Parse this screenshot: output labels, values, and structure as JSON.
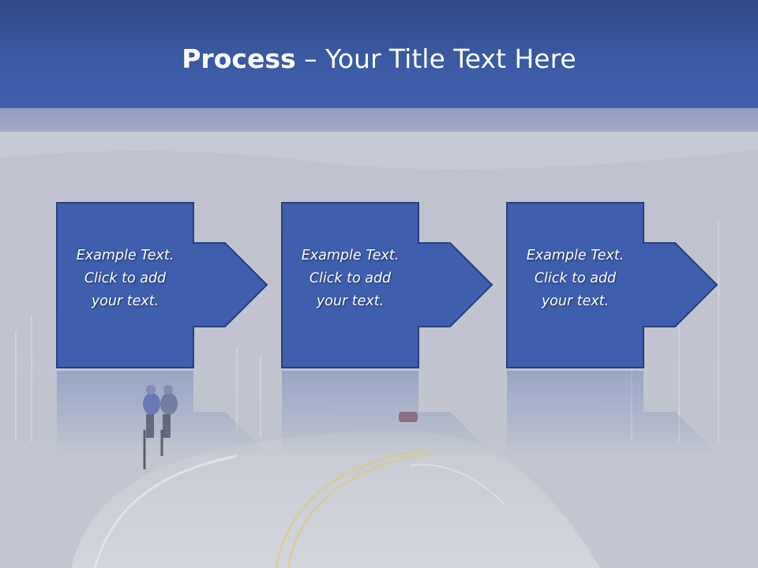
{
  "title": {
    "bold": "Process",
    "separator": " – ",
    "rest": "Your Title Text Here"
  },
  "steps": [
    {
      "line1": "Example Text.",
      "line2": "Click  to add",
      "line3": "your text."
    },
    {
      "line1": "Example Text.",
      "line2": "Click  to add",
      "line3": "your text."
    },
    {
      "line1": "Example Text.",
      "line2": "Click  to add",
      "line3": "your text."
    }
  ],
  "colors": {
    "header": "#3b5ba6",
    "box_fill": "#3d5fae",
    "box_stroke": "#2a3f7a",
    "text": "#ffffff"
  }
}
